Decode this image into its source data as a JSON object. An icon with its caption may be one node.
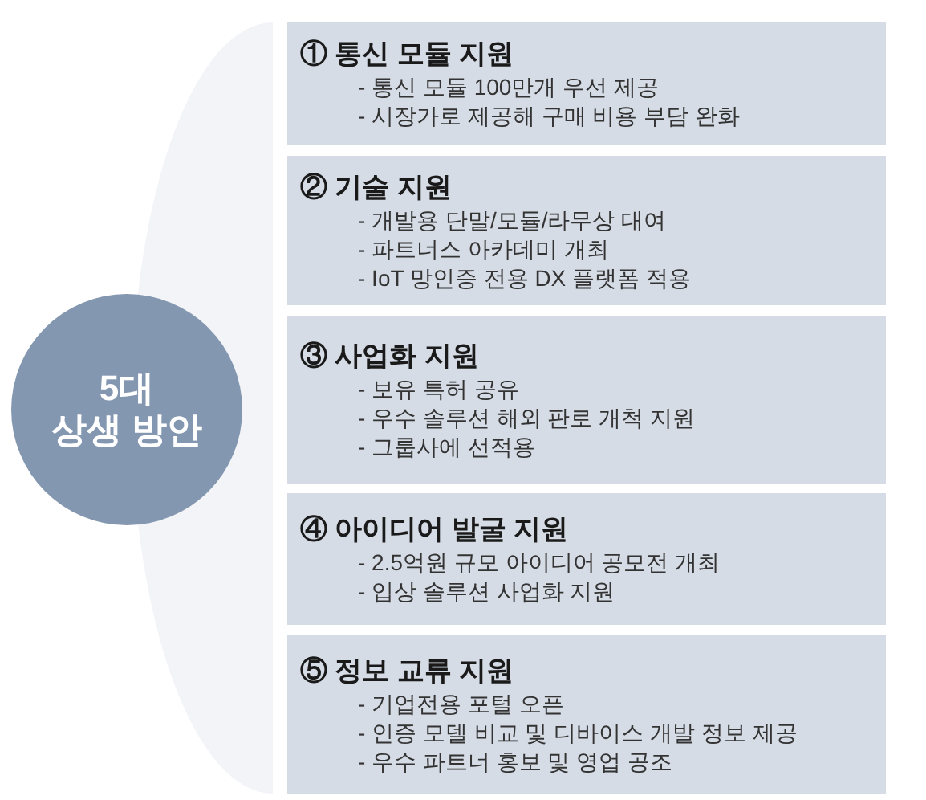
{
  "diagram": {
    "nodes": [
      {
        "text": [
          "5대 상생 방안"
        ]
      },
      {
        "text": [
          "① 통신 모듈 지원",
          "- 통신 모듈 100만개 우선 제공",
          "- 시장가로 제공해 구매 비용 부담 완화"
        ]
      },
      {
        "text": [
          "② 기술 지원",
          "- 개발용 단말/모듈/라무상 대여",
          "- 파트너스 아카데미 개최",
          "- IoT 망인증 전용 DX 플랫폼 적용"
        ]
      },
      {
        "text": [
          "③ 사업화 지원",
          "- 보유 특허 공유",
          "- 우수 솔루션 해외 판로 개척 지원",
          "- 그룹사에 선적용"
        ]
      },
      {
        "text": [
          "④ 아이디어 발굴 지원",
          "- 2.5억원 규모 아이디어 공모전 개최",
          "- 입상 솔루션 사업화 지원"
        ]
      },
      {
        "text": [
          "⑤ 정보 교류 지원",
          "- 기업전용 포털 오픈",
          "- 인증 모델 비교 및 디바이스 개발 정보 제공",
          "- 우수 파트너 홍보 및 영업 공조"
        ]
      }
    ]
  }
}
